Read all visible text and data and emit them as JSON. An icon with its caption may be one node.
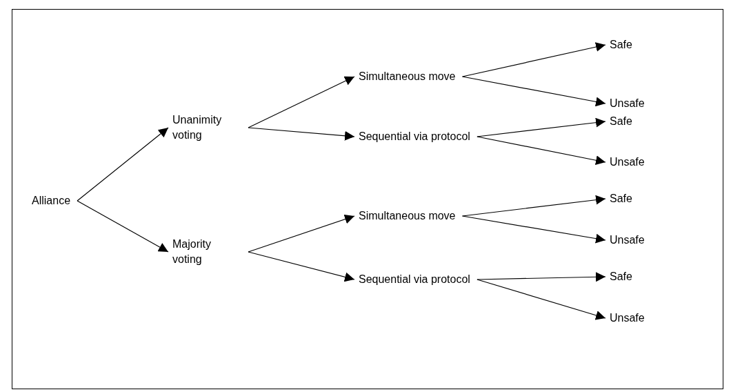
{
  "diagram": {
    "nodes": [
      {
        "text": [
          "Alliance"
        ]
      },
      {
        "text": [
          "Unanimity voting"
        ]
      },
      {
        "text": [
          "Majority voting"
        ]
      },
      {
        "text": [
          "Simultaneous move"
        ]
      },
      {
        "text": [
          "Sequential via protocol"
        ]
      },
      {
        "text": [
          "Simultaneous move"
        ]
      },
      {
        "text": [
          "Sequential via protocol"
        ]
      },
      {
        "text": [
          "Safe"
        ]
      },
      {
        "text": [
          "Unsafe"
        ]
      },
      {
        "text": [
          "Safe"
        ]
      },
      {
        "text": [
          "Unsafe"
        ]
      },
      {
        "text": [
          "Safe"
        ]
      },
      {
        "text": [
          "Unsafe"
        ]
      },
      {
        "text": [
          "Safe"
        ]
      },
      {
        "text": [
          "Unsafe"
        ]
      }
    ],
    "edges": [
      {
        "from": 0,
        "to": 1,
        "arrow": "to"
      },
      {
        "from": 0,
        "to": 2,
        "arrow": "to"
      },
      {
        "from": 1,
        "to": 3,
        "arrow": "to"
      },
      {
        "from": 1,
        "to": 4,
        "arrow": "to"
      },
      {
        "from": 2,
        "to": 5,
        "arrow": "to"
      },
      {
        "from": 2,
        "to": 6,
        "arrow": "to"
      },
      {
        "from": 3,
        "to": 7,
        "arrow": "to"
      },
      {
        "from": 3,
        "to": 8,
        "arrow": "to"
      },
      {
        "from": 4,
        "to": 9,
        "arrow": "to"
      },
      {
        "from": 4,
        "to": 10,
        "arrow": "to"
      },
      {
        "from": 5,
        "to": 11,
        "arrow": "to"
      },
      {
        "from": 5,
        "to": 12,
        "arrow": "to"
      },
      {
        "from": 6,
        "to": 13,
        "arrow": "to"
      },
      {
        "from": 6,
        "to": 14,
        "arrow": "to"
      }
    ]
  }
}
